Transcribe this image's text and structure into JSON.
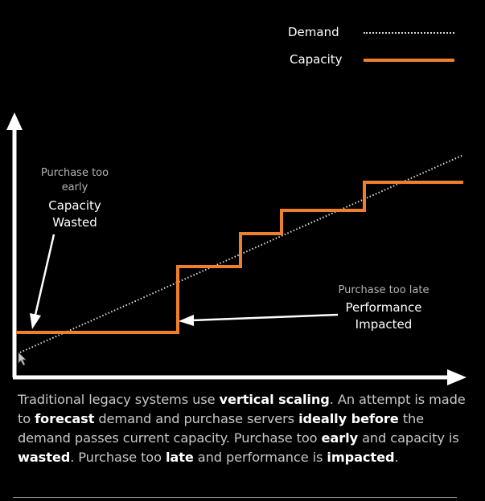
{
  "legend": {
    "demand_label": "Demand",
    "capacity_label": "Capacity"
  },
  "colors": {
    "background": "#000000",
    "capacity": "#ee7f2d",
    "demand": "#d9d9d9",
    "axis": "#ffffff"
  },
  "annotations": {
    "early_small_1": "Purchase too",
    "early_small_2": "early",
    "early_big_1": "Capacity",
    "early_big_2": "Wasted",
    "late_small": "Purchase too late",
    "late_big_1": "Performance",
    "late_big_2": "Impacted"
  },
  "caption": {
    "segments": [
      {
        "text": "Traditional legacy systems use ",
        "bold": false
      },
      {
        "text": "vertical scaling",
        "bold": true
      },
      {
        "text": ". An attempt is made to ",
        "bold": false
      },
      {
        "text": "forecast",
        "bold": true
      },
      {
        "text": " demand and purchase servers ",
        "bold": false
      },
      {
        "text": "ideally before",
        "bold": true
      },
      {
        "text": " the demand passes current capacity. Purchase too ",
        "bold": false
      },
      {
        "text": "early",
        "bold": true
      },
      {
        "text": " and capacity is ",
        "bold": false
      },
      {
        "text": "wasted",
        "bold": true
      },
      {
        "text": ". Purchase too ",
        "bold": false
      },
      {
        "text": "late",
        "bold": true
      },
      {
        "text": " and performance is ",
        "bold": false
      },
      {
        "text": "impacted",
        "bold": true
      },
      {
        "text": ".",
        "bold": false
      }
    ]
  }
}
